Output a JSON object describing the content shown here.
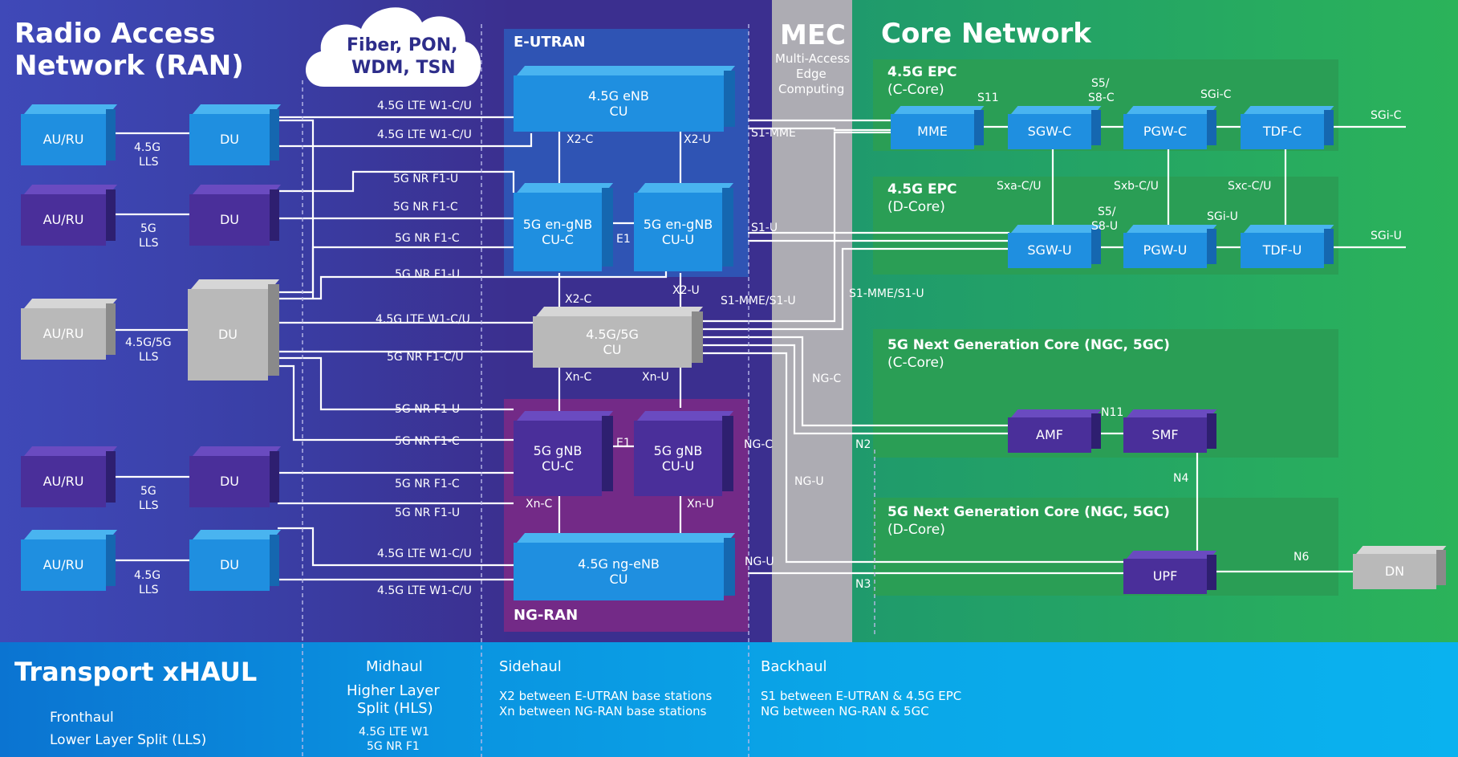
{
  "sections": {
    "ran_title_1": "Radio Access",
    "ran_title_2": "Network (RAN)",
    "cloud_1": "Fiber, PON,",
    "cloud_2": "WDM, TSN",
    "eutran": "E-UTRAN",
    "ngran": "NG-RAN",
    "mec_title": "MEC",
    "mec_sub_1": "Multi-Access",
    "mec_sub_2": "Edge",
    "mec_sub_3": "Computing",
    "core_title": "Core Network"
  },
  "core_zones": {
    "epc_c_1": "4.5G EPC",
    "epc_c_2": "(C-Core)",
    "epc_d_1": "4.5G EPC",
    "epc_d_2": "(D-Core)",
    "ngc_c_1": "5G Next Generation Core (NGC, 5GC)",
    "ngc_c_2": "(C-Core)",
    "ngc_d_1": "5G Next Generation Core (NGC, 5GC)",
    "ngc_d_2": "(D-Core)"
  },
  "nodes": {
    "auru1": "AU/RU",
    "auru2": "AU/RU",
    "auru3": "AU/RU",
    "auru4": "AU/RU",
    "auru5": "AU/RU",
    "du1": "DU",
    "du2": "DU",
    "du3": "DU",
    "du4": "DU",
    "du5": "DU",
    "enb_1": "4.5G eNB",
    "enb_2": "CU",
    "engnb_c_1": "5G en-gNB",
    "engnb_c_2": "CU-C",
    "engnb_u_1": "5G en-gNB",
    "engnb_u_2": "CU-U",
    "cu45_1": "4.5G/5G",
    "cu45_2": "CU",
    "gnb_c_1": "5G gNB",
    "gnb_c_2": "CU-C",
    "gnb_u_1": "5G gNB",
    "gnb_u_2": "CU-U",
    "ngenb_1": "4.5G ng-eNB",
    "ngenb_2": "CU",
    "mme": "MME",
    "sgwc": "SGW-C",
    "pgwc": "PGW-C",
    "tdfc": "TDF-C",
    "sgwu": "SGW-U",
    "pgwu": "PGW-U",
    "tdfu": "TDF-U",
    "amf": "AMF",
    "smf": "SMF",
    "upf": "UPF",
    "dn": "DN"
  },
  "lls_labels": {
    "l1a": "4.5G",
    "l1b": "LLS",
    "l2a": "5G",
    "l2b": "LLS",
    "l3a": "4.5G/5G",
    "l3b": "LLS",
    "l4a": "5G",
    "l4b": "LLS",
    "l5a": "4.5G",
    "l5b": "LLS"
  },
  "midhaul_labels": {
    "m1": "4.5G LTE W1-C/U",
    "m2": "4.5G LTE W1-C/U",
    "m3": "5G NR F1-U",
    "m4": "5G NR F1-C",
    "m5": "5G NR F1-C",
    "m6": "5G NR F1-U",
    "m7": "4.5G LTE W1-C/U",
    "m8": "5G NR F1-C/U",
    "m9": "5G NR F1-U",
    "m10": "5G NR F1-C",
    "m11": "5G NR F1-C",
    "m12": "5G NR F1-U",
    "m13": "4.5G LTE W1-C/U",
    "m14": "4.5G LTE W1-C/U"
  },
  "interface_labels": {
    "x2c_top": "X2-C",
    "x2u_top": "X2-U",
    "e1_top": "E1",
    "x2c_mid": "X2-C",
    "x2u_mid": "X2-U",
    "xnc_mid": "Xn-C",
    "xnu_mid": "Xn-U",
    "e1_bot": "E1",
    "xnc_bot": "Xn-C",
    "xnu_bot": "Xn-U",
    "s1mme": "S1-MME",
    "s1u": "S1-U",
    "s1mmes1u_a": "S1-MME/S1-U",
    "s1mmes1u_b": "S1-MME/S1-U",
    "ngc_a": "NG-C",
    "ngc_b": "NG-C",
    "ngu_a": "NG-U",
    "ngu_b": "NG-U",
    "n2": "N2",
    "n3": "N3",
    "n4": "N4",
    "n6": "N6",
    "n11": "N11",
    "s11": "S11",
    "s5s8c_1": "S5/",
    "s5s8c_2": "S8-C",
    "sgic_1": "SGi-C",
    "sgic_2": "SGi-C",
    "sxacu": "Sxa-C/U",
    "sxbcu": "Sxb-C/U",
    "sxccu": "Sxc-C/U",
    "s5s8u_1": "S5/",
    "s5s8u_2": "S8-U",
    "sgiu_1": "SGi-U",
    "sgiu_2": "SGi-U"
  },
  "transport": {
    "title": "Transport xHAUL",
    "fronthaul": "Fronthaul",
    "lls": "Lower Layer Split (LLS)",
    "midhaul": "Midhaul",
    "hls_1": "Higher Layer",
    "hls_2": "Split (HLS)",
    "mid_w1": "4.5G LTE W1",
    "mid_f1": "5G NR F1",
    "sidehaul": "Sidehaul",
    "side_1": "X2 between E-UTRAN base stations",
    "side_2": "Xn between NG-RAN base stations",
    "backhaul": "Backhaul",
    "back_1": "S1 between E-UTRAN & 4.5G EPC",
    "back_2": "NG between NG-RAN & 5GC"
  },
  "colors": {
    "blue_cube": "#1f8fe0",
    "purple_cube": "#4a2f9a",
    "gray_cube": "#b9b9b9",
    "core_green": "#2bb35a",
    "mec_gray": "#b3b3b3",
    "transport_blue": "#0aa7e8",
    "eutran_box": "#2f59b8",
    "ngran_box": "#7a2a86"
  }
}
